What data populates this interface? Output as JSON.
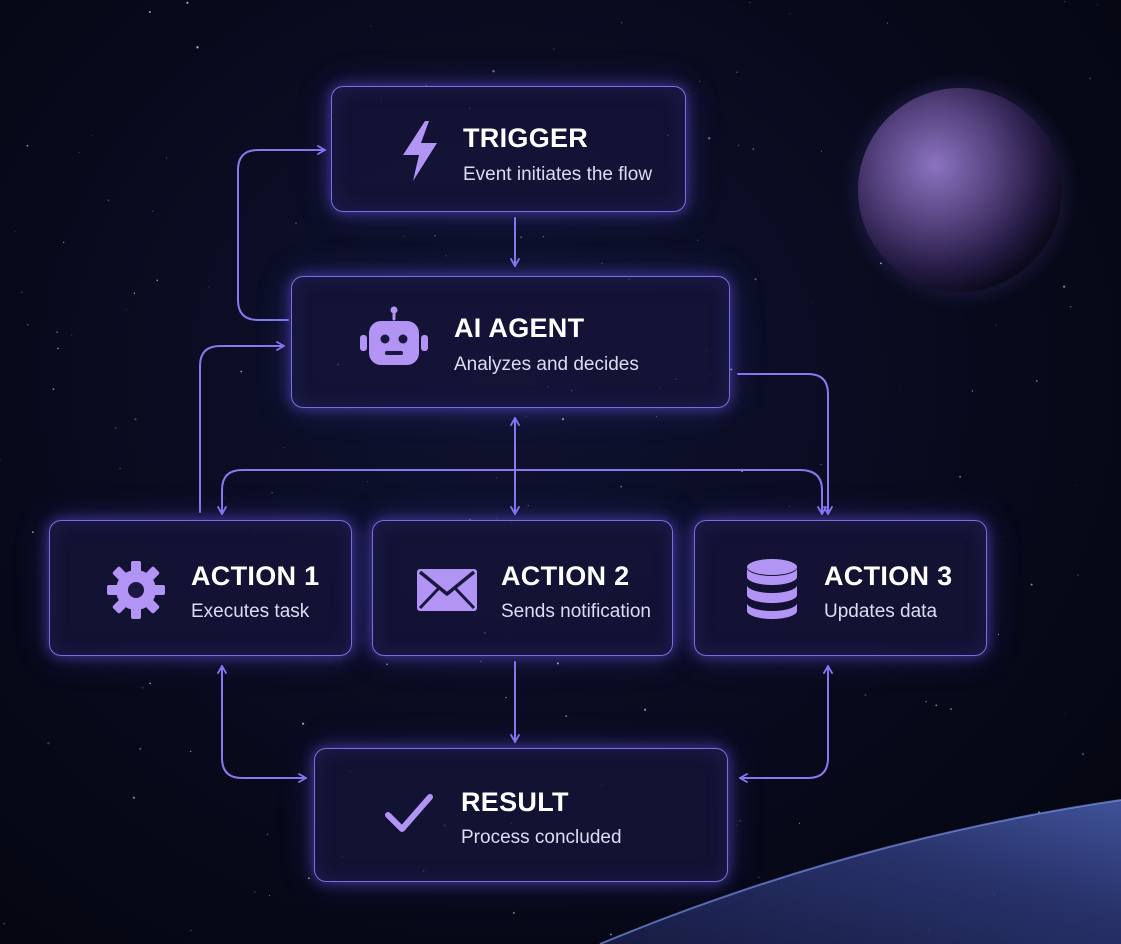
{
  "colors": {
    "accent": "#9a86ff",
    "connector": "#8a78f0",
    "border": "#8c80ff",
    "node_fill": "#16143a",
    "icon": "#b294f5"
  },
  "nodes": {
    "trigger": {
      "title": "TRIGGER",
      "subtitle": "Event initiates the flow",
      "icon": "lightning-bolt-icon"
    },
    "ai_agent": {
      "title": "AI AGENT",
      "subtitle": "Analyzes and decides",
      "icon": "robot-icon"
    },
    "action1": {
      "title": "ACTION 1",
      "subtitle": "Executes task",
      "icon": "gear-icon"
    },
    "action2": {
      "title": "ACTION 2",
      "subtitle": "Sends notification",
      "icon": "envelope-icon"
    },
    "action3": {
      "title": "ACTION 3",
      "subtitle": "Updates data",
      "icon": "database-icon"
    },
    "result": {
      "title": "RESULT",
      "subtitle": "Process concluded",
      "icon": "checkmark-icon"
    }
  }
}
